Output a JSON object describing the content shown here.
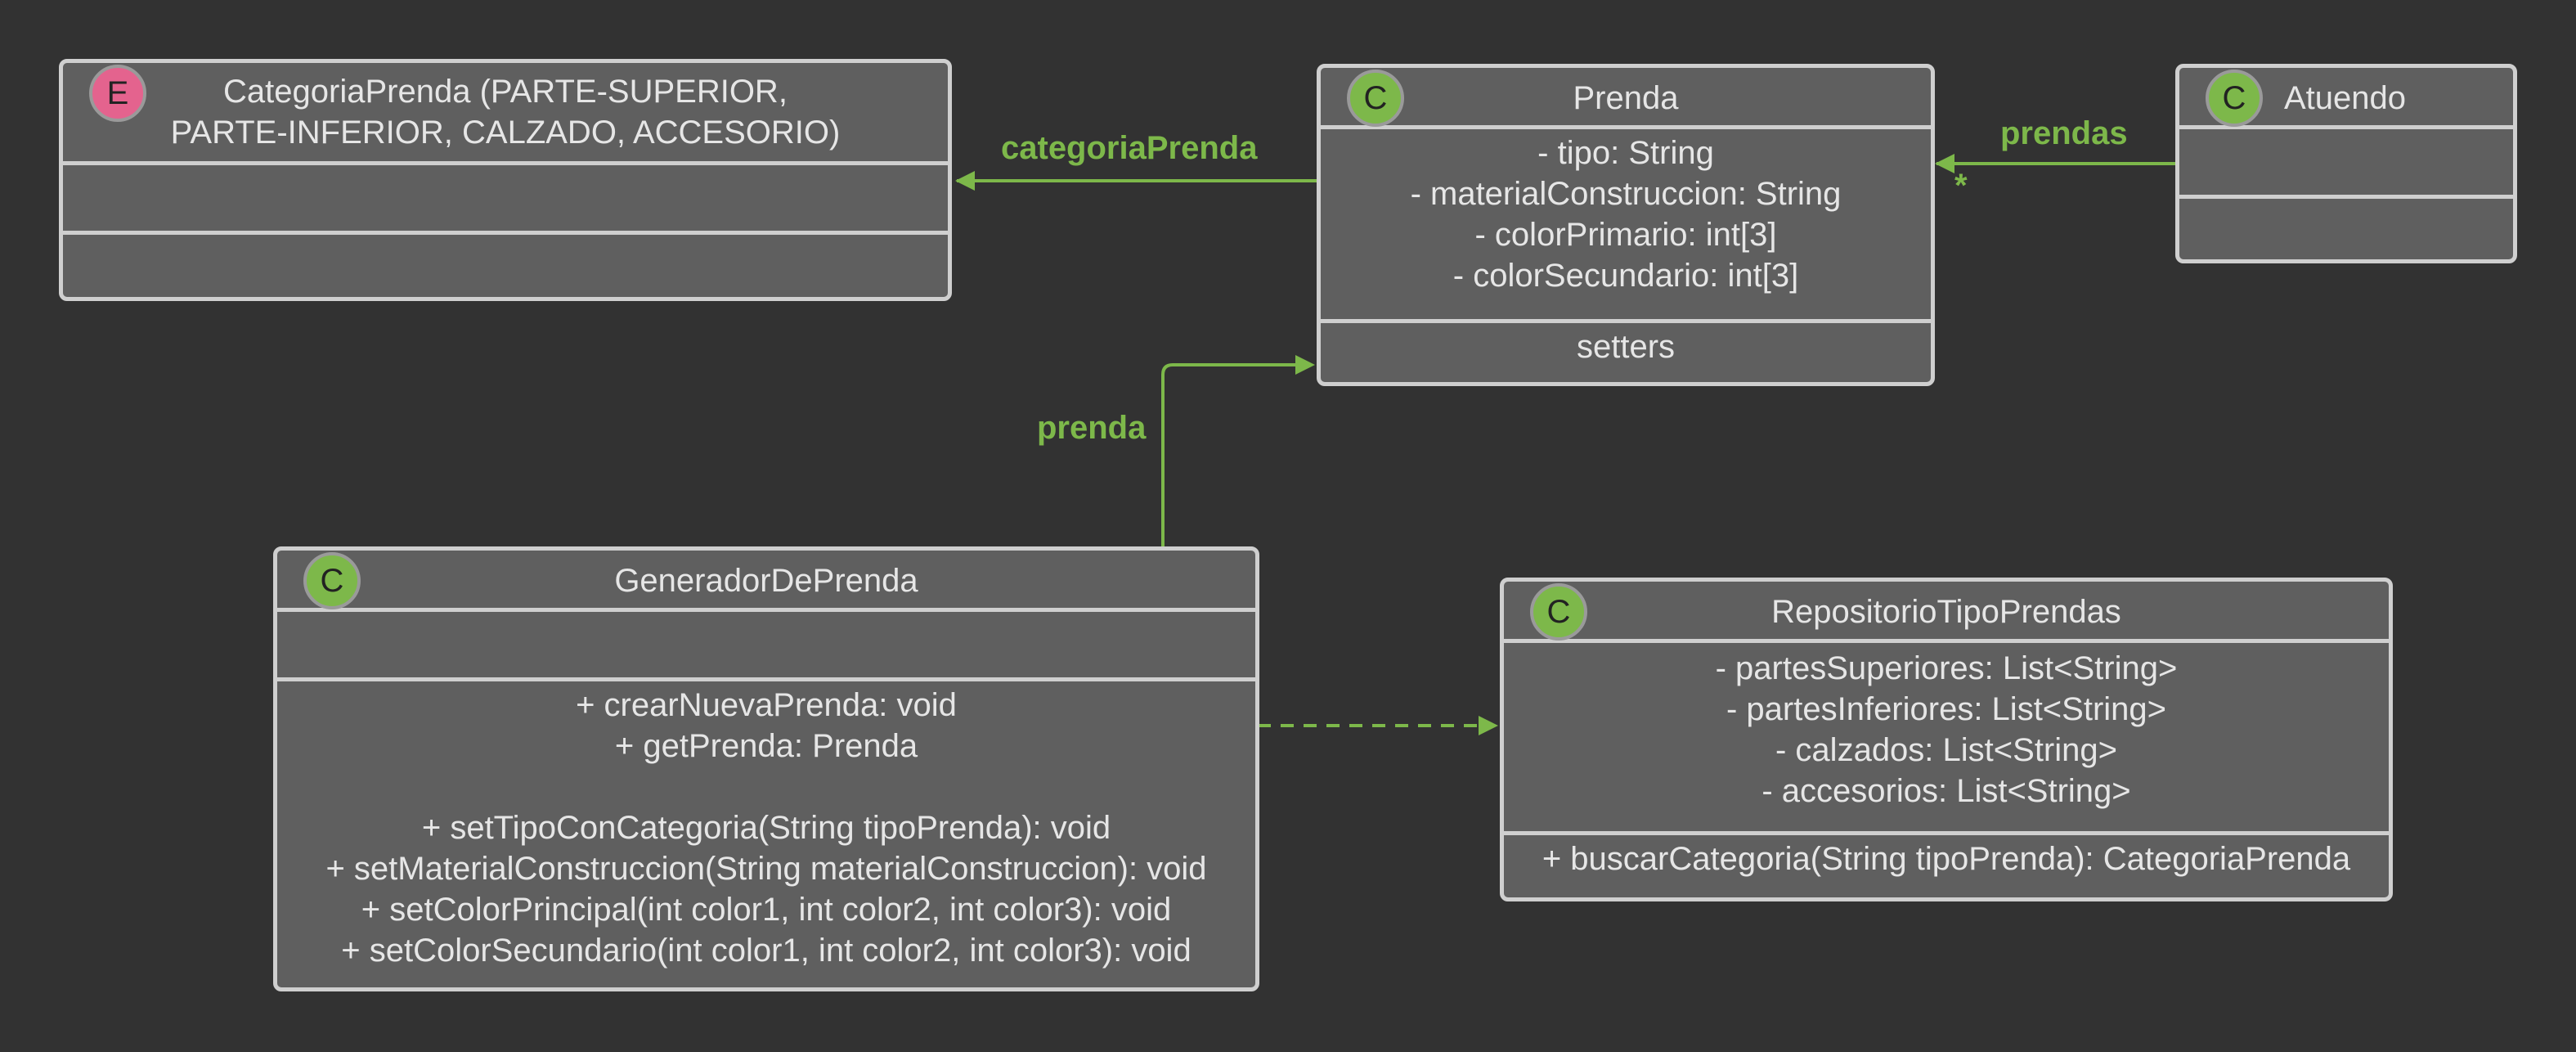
{
  "classes": {
    "categoria": {
      "icon": "E",
      "name_lines": [
        "CategoriaPrenda (PARTE-SUPERIOR,",
        "PARTE-INFERIOR, CALZADO, ACCESORIO)"
      ],
      "attributes": [],
      "methods": []
    },
    "prenda": {
      "icon": "C",
      "name": "Prenda",
      "attributes": [
        "- tipo: String",
        "- materialConstruccion: String",
        "- colorPrimario: int[3]",
        "- colorSecundario: int[3]"
      ],
      "methods": [
        "setters"
      ]
    },
    "atuendo": {
      "icon": "C",
      "name": "Atuendo",
      "attributes": [],
      "methods": []
    },
    "generador": {
      "icon": "C",
      "name": "GeneradorDePrenda",
      "attributes": [],
      "methods": [
        "+ crearNuevaPrenda: void",
        "+ getPrenda: Prenda",
        "",
        "+ setTipoConCategoria(String tipoPrenda): void",
        "+ setMaterialConstruccion(String materialConstruccion): void",
        "+ setColorPrincipal(int color1, int color2, int color3): void",
        "+ setColorSecundario(int color1, int color2, int color3): void"
      ]
    },
    "repositorio": {
      "icon": "C",
      "name": "RepositorioTipoPrendas",
      "attributes": [
        "- partesSuperiores: List<String>",
        "- partesInferiores: List<String>",
        "- calzados: List<String>",
        "- accesorios: List<String>"
      ],
      "methods": [
        "+ buscarCategoria(String tipoPrenda): CategoriaPrenda"
      ]
    }
  },
  "edges": {
    "prenda_categoria": {
      "label": "categoriaPrenda"
    },
    "atuendo_prendas": {
      "label": "prendas",
      "multiplicity": "*"
    },
    "generador_prenda": {
      "label": "prenda"
    },
    "generador_repositorio": {
      "label": ""
    }
  },
  "colors": {
    "background": "#323232",
    "box_fill": "#5f5f5f",
    "box_border": "#cfcfcf",
    "edge": "#7db84a",
    "class_icon": "#7db84a",
    "enum_icon": "#e4638e"
  }
}
